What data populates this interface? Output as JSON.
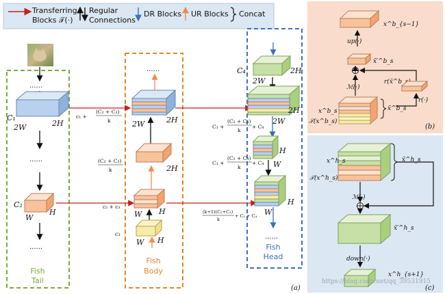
{
  "legend": {
    "transferring_line1": "Transferring",
    "transferring_line2": "Blocks 𝒯(·)",
    "regular_line1": "Regular",
    "regular_line2": "Connections",
    "dr_blocks": "DR Blocks",
    "ur_blocks": "UR Blocks",
    "concat": "Concat",
    "colors": {
      "transferring": "#cc2222",
      "dr": "#3b6fb8",
      "ur": "#f08c4a",
      "background": "#dbe7f2"
    }
  },
  "panel_a": {
    "label": "(a)",
    "tail": {
      "title_1": "Fish",
      "title_2": "Tail",
      "color": "#7aaa3b"
    },
    "body": {
      "title_1": "Fish",
      "title_2": "Body",
      "color": "#e0852a"
    },
    "head": {
      "title_1": "Fish",
      "title_2": "Head",
      "color": "#3b6fb8"
    },
    "ellipsis": "......",
    "labels": {
      "c1": "C₁",
      "c2": "C₂",
      "c3": "c₃",
      "c4": "C₄",
      "two_w": "2W",
      "two_h": "2H",
      "w": "W",
      "h": "H",
      "c1_plus_frac_num": "(C₂ + C₃)",
      "c1_plus_prefix": "c₁ +",
      "frac_den_k": "k",
      "frac_num_c2c3": "(C₂ + C₃)",
      "c2_plus_c3": "c₂ + c₃",
      "c1_plus_head": "C₁ +",
      "plus_c4": "+ C₄",
      "frac_num_k1": "(k+1)(C₂+C₃)",
      "plus_c1_c4": "+ C₁ + C₄"
    }
  },
  "panel_b": {
    "label": "(b)",
    "x_out": "x^b_{s−1}",
    "x_tilde_prime": "x̃′^b_s",
    "up_op": "up(·)",
    "m_op": "ℳ(·)",
    "r_tilde": "r(x̃^b_s)",
    "r_op": "r(·)",
    "x_s": "x^b_s",
    "t_x": "𝒯(x^b_s)",
    "x_tilde": "x̃^b_s",
    "bg": "#f9dccb"
  },
  "panel_c": {
    "label": "(c)",
    "x_s": "x^h_s",
    "t_x": "𝒯(x^h_s)",
    "x_tilde": "x̃^h_s",
    "m_op": "ℳ(·)",
    "x_tilde_prime": "x̃′^h_s",
    "down_op": "down(·)",
    "x_out": "x^h_{s+1}",
    "bg": "#dbe7f2"
  },
  "watermark": "https://blog.csdn.net/qq_39531915"
}
